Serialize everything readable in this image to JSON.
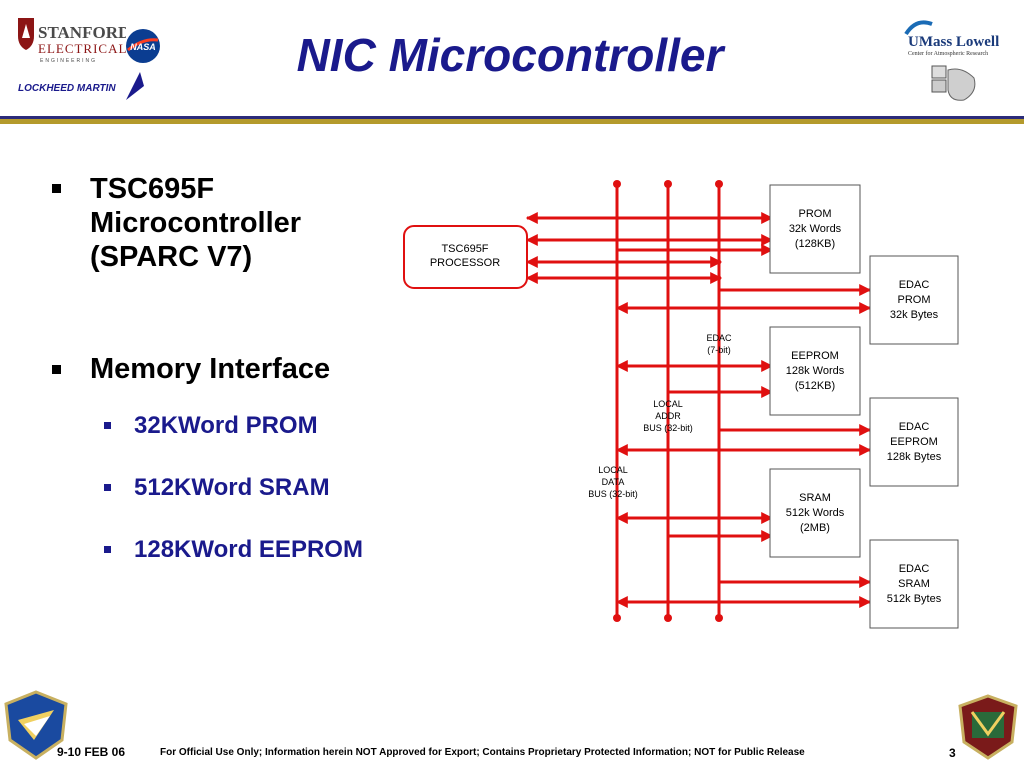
{
  "title": "NIC Microcontroller",
  "logos": {
    "stanford_line1": "STANFORD",
    "stanford_line2": "ELECTRICAL",
    "stanford_line3": "ENGINEERING",
    "nasa": "NASA",
    "lockheed": "LOCKHEED MARTIN",
    "umass_title": "UMass Lowell",
    "umass_sub": "Center for Atmospheric Research"
  },
  "bullets": [
    {
      "lines": [
        "TSC695F",
        "Microcontroller",
        "(SPARC V7)"
      ]
    },
    {
      "lines": [
        "Memory Interface"
      ]
    }
  ],
  "sub_bullets": [
    "32KWord PROM",
    "512KWord SRAM",
    "128KWord EEPROM"
  ],
  "diagram": {
    "processor": [
      "TSC695F",
      "PROCESSOR"
    ],
    "boxes": [
      [
        "PROM",
        "32k Words",
        "(128KB)"
      ],
      [
        "EDAC",
        "PROM",
        "32k Bytes"
      ],
      [
        "EEPROM",
        "128k Words",
        "(512KB)"
      ],
      [
        "EDAC",
        "EEPROM",
        "128k Bytes"
      ],
      [
        "SRAM",
        "512k Words",
        "(2MB)"
      ],
      [
        "EDAC",
        "SRAM",
        "512k Bytes"
      ]
    ],
    "bus_labels": {
      "edac": [
        "EDAC",
        "(7-bit)"
      ],
      "addr": [
        "LOCAL",
        "ADDR",
        "BUS (32-bit)"
      ],
      "data": [
        "LOCAL",
        "DATA",
        "BUS (32-bit)"
      ]
    }
  },
  "footer": {
    "date": "9-10 FEB 06",
    "note": "For Official Use Only; Information herein NOT Approved for Export; Contains Proprietary Protected Information; NOT for Public Release",
    "page": "3"
  }
}
